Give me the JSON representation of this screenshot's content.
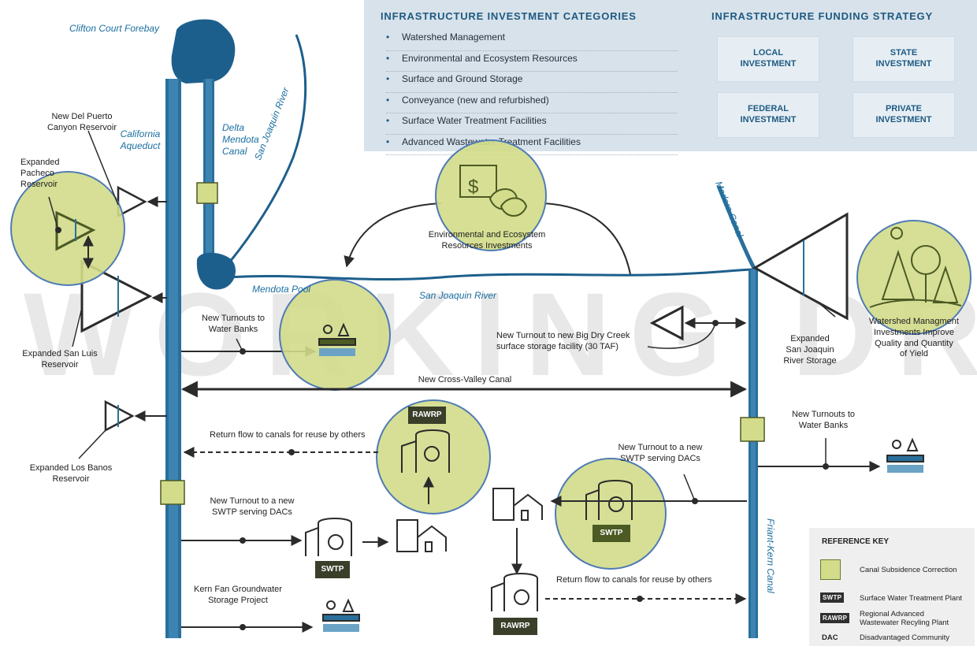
{
  "header": {
    "categories_title": "INFRASTRUCTURE INVESTMENT CATEGORIES",
    "categories": [
      "Watershed Management",
      "Environmental and Ecosystem Resources",
      "Surface and Ground Storage",
      "Conveyance (new and refurbished)",
      "Surface Water Treatment Facilities",
      "Advanced Wastewater Treatment Facilities"
    ],
    "funding_title": "INFRASTRUCTURE FUNDING STRATEGY",
    "funding": [
      "LOCAL\nINVESTMENT",
      "STATE\nINVESTMENT",
      "FEDERAL\nINVESTMENT",
      "PRIVATE\nINVESTMENT"
    ]
  },
  "watermark": "WORKING DRAFT",
  "waterways": {
    "clifton": "Clifton Court Forebay",
    "aqueduct": "California\nAqueduct",
    "dmc": "Delta\nMendota\nCanal",
    "sjr_north": "San Joaquin River",
    "mendota_pool": "Mendota Pool",
    "sjr": "San Joaquin River",
    "madera": "Madera Canal",
    "friant": "Friant-Kern Canal"
  },
  "labels": {
    "del_puerto": "New Del Puerto\nCanyon Reservoir",
    "pacheco": "Expanded\nPacheco\nReservoir",
    "san_luis": "Expanded San Luis\nReservoir",
    "los_banos": "Expanded Los Banos\nReservoir",
    "eco": "Environmental and Ecosystem\nResources Investments",
    "turnouts_left": "New Turnouts to\nWater Banks",
    "big_dry": "New Turnout to new Big Dry Creek\nsurface storage facility (30 TAF)",
    "sj_storage": "Expanded\nSan Joaquin\nRiver Storage",
    "watershed": "Watershed Managment\nInvestments Improve\nQuality and Quantity\nof Yield",
    "cross_valley": "New Cross-Valley Canal",
    "return_left": "Return flow to canals for reuse by others",
    "turnouts_right": "New Turnouts to\nWater Banks",
    "swtp_right": "New Turnout to a new\nSWTP serving DACs",
    "swtp_left": "New Turnout to a new\nSWTP serving DACs",
    "return_right": "Return flow to canals for reuse by others",
    "kern": "Kern Fan Groundwater\nStorage Project"
  },
  "tags": {
    "rawrp": "RAWRP",
    "swtp": "SWTP"
  },
  "reference": {
    "title": "REFERENCE KEY",
    "items": [
      {
        "key": "",
        "label": "Canal Subsidence Correction"
      },
      {
        "key": "SWTP",
        "label": "Surface Water Treatment Plant"
      },
      {
        "key": "RAWRP",
        "label": "Regional Advanced\nWastewater Recyling Plant"
      },
      {
        "key": "DAC",
        "label": "Disadvantaged Community"
      }
    ]
  },
  "colors": {
    "canal": "#2a6f9b",
    "highlight": "#d2dc8a",
    "highlight_stroke": "#4f7bb5",
    "dark": "#2b2b2b",
    "panel": "#d8e2ea"
  }
}
